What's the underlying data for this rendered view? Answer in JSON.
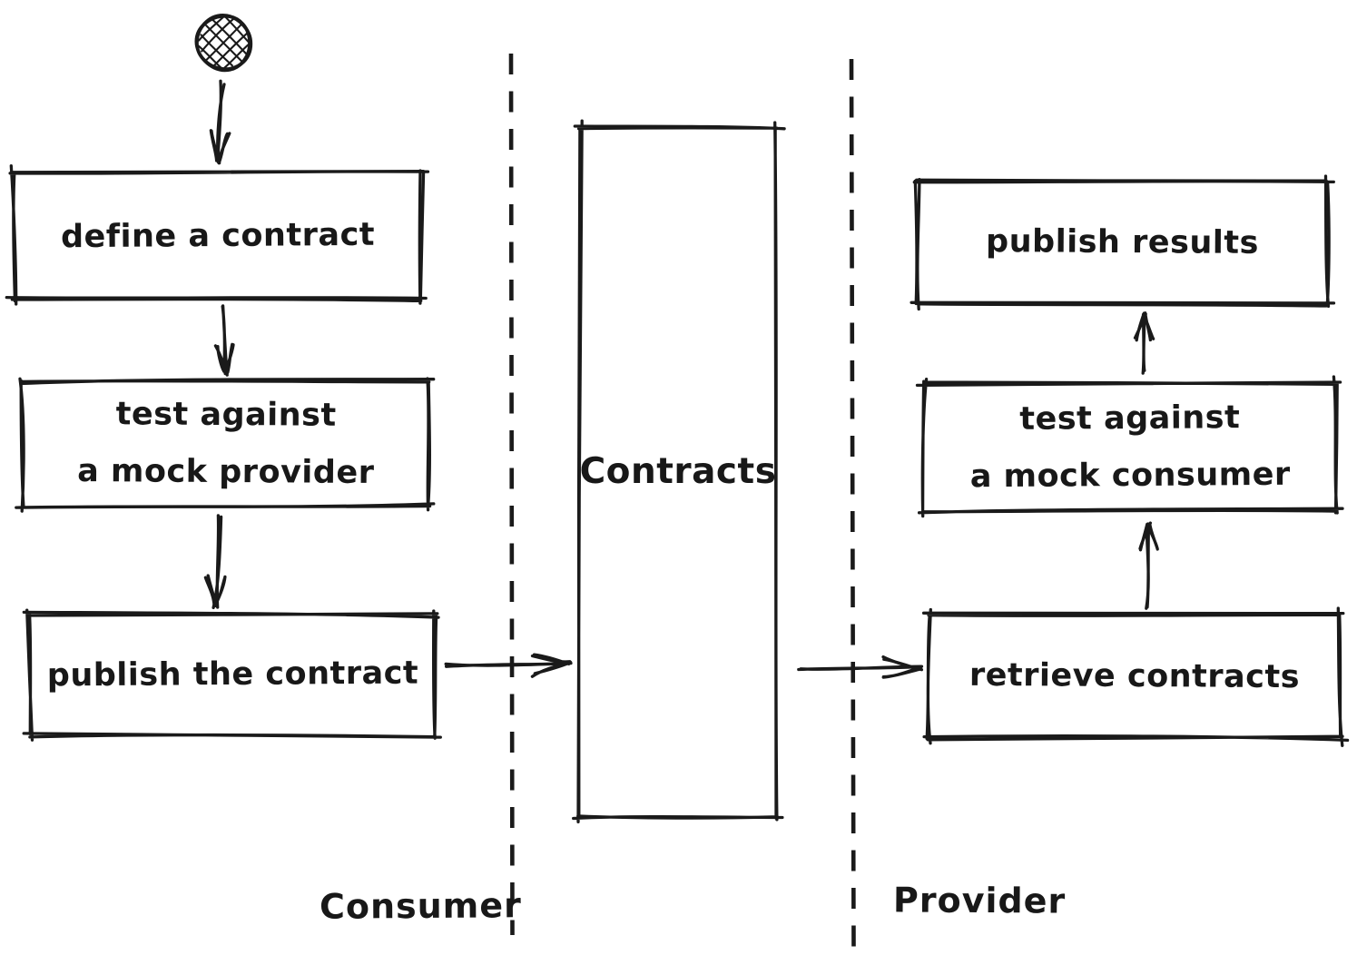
{
  "diagram": {
    "consumer_lane": {
      "label": "Consumer",
      "nodes": [
        {
          "id": "define-contract",
          "label": "define a contract"
        },
        {
          "id": "test-mock-provider",
          "lines": [
            "test against",
            "a mock provider"
          ]
        },
        {
          "id": "publish-contract",
          "label": "publish the contract"
        }
      ]
    },
    "center": {
      "contracts_store": "Contracts"
    },
    "provider_lane": {
      "label": "Provider",
      "nodes": [
        {
          "id": "publish-results",
          "label": "publish results"
        },
        {
          "id": "test-mock-consumer",
          "lines": [
            "test against",
            "a mock consumer"
          ]
        },
        {
          "id": "retrieve-contracts",
          "label": "retrieve contracts"
        }
      ]
    },
    "icons": {
      "start_node": "start-circle-hatched"
    },
    "colors": {
      "ink": "#1a1a1a",
      "background": "#ffffff"
    }
  }
}
